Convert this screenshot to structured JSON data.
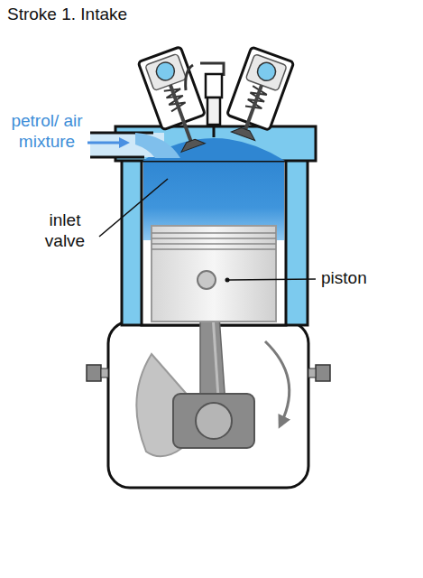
{
  "diagram": {
    "title": "Stroke 1. Intake",
    "labels": [
      "petrol/ air mixture",
      "inlet valve",
      "piston"
    ]
  }
}
